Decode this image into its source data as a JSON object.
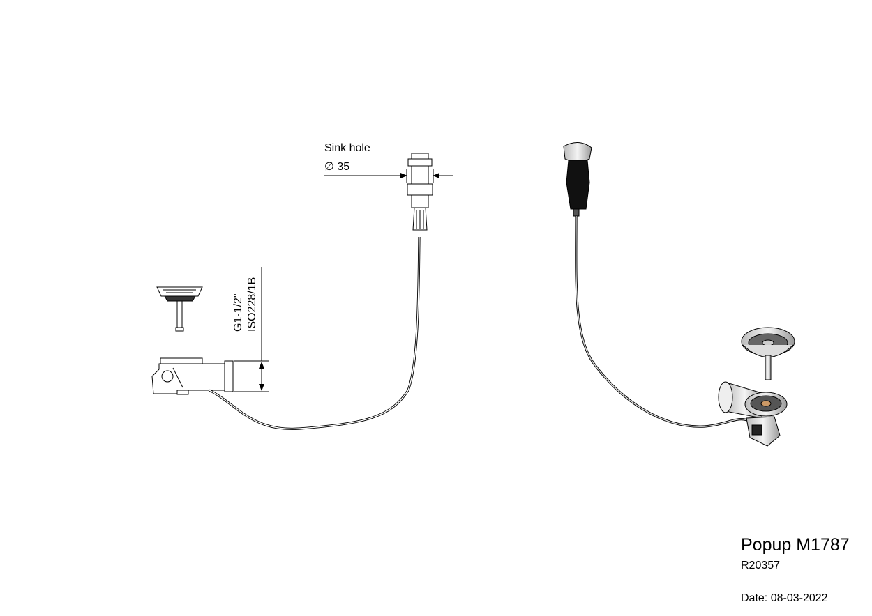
{
  "drawing": {
    "title": "Popup M1787",
    "reference": "R20357",
    "date": "Date: 08-03-2022"
  },
  "dimensions": {
    "sink_hole_label": "Sink hole",
    "sink_hole_value": "∅ 35",
    "thread_label": "G1-1/2\"",
    "thread_standard": "ISO228/1B"
  }
}
